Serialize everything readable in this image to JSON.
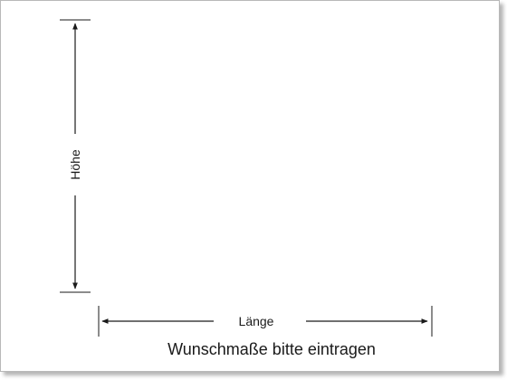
{
  "diagram": {
    "height_label": "Höhe",
    "length_label": "Länge",
    "caption": "Wunschmaße bitte eintragen"
  },
  "colors": {
    "line": "#1a1a1a",
    "frame_border": "#b8b8b8",
    "background": "#ffffff"
  }
}
